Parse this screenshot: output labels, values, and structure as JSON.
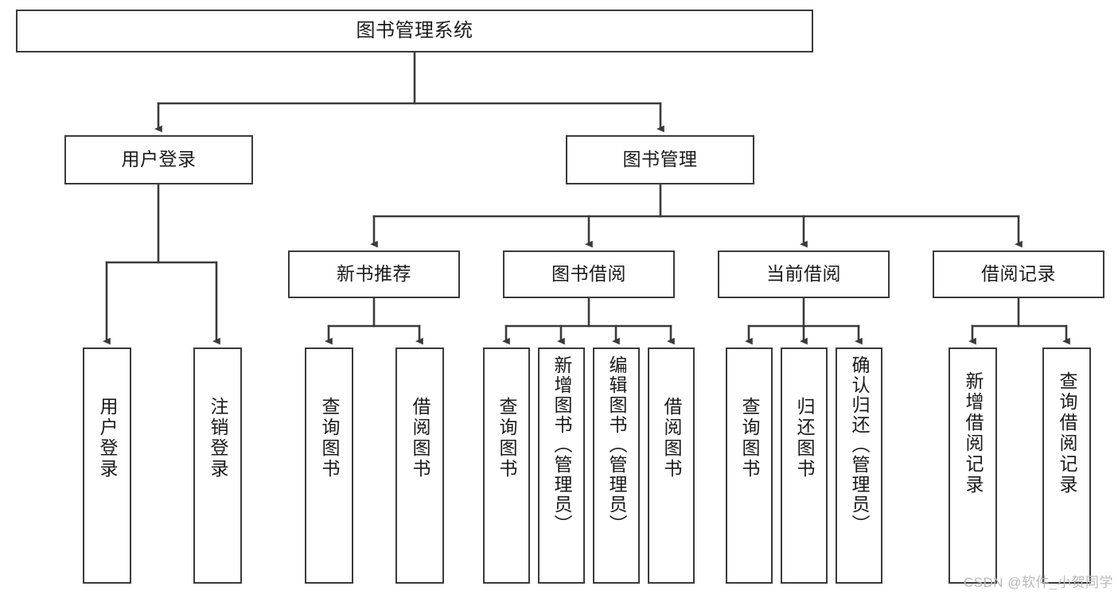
{
  "diagram": {
    "title": "图书管理系统",
    "type": "tree-hierarchy-chart",
    "watermark": "CSDN @软件_小贺同学",
    "colors": {
      "stroke": "#3a3a3a",
      "fill": "#ffffff",
      "text": "#1a1a1a",
      "watermark": "#b9b9b9"
    },
    "nodes": {
      "root": {
        "label": "图书管理系统"
      },
      "level2": [
        {
          "id": "user-login",
          "label": "用户登录"
        },
        {
          "id": "book-manage",
          "label": "图书管理"
        }
      ],
      "level3": [
        {
          "id": "new-book-recommend",
          "label": "新书推荐"
        },
        {
          "id": "book-borrow",
          "label": "图书借阅"
        },
        {
          "id": "current-borrow",
          "label": "当前借阅"
        },
        {
          "id": "borrow-record",
          "label": "借阅记录"
        }
      ],
      "leaves": {
        "user_login": [
          {
            "id": "leaf-user-login",
            "label": "用户登录"
          },
          {
            "id": "leaf-logout-login",
            "label": "注销登录"
          }
        ],
        "new_book_recommend": [
          {
            "id": "leaf-query-book-1",
            "label": "查询图书"
          },
          {
            "id": "leaf-borrow-book-1",
            "label": "借阅图书"
          }
        ],
        "book_borrow": [
          {
            "id": "leaf-query-book-2",
            "label": "查询图书"
          },
          {
            "id": "leaf-add-book",
            "label": "新增图书（管理员）"
          },
          {
            "id": "leaf-edit-book",
            "label": "编辑图书（管理员）"
          },
          {
            "id": "leaf-borrow-book-2",
            "label": "借阅图书"
          }
        ],
        "current_borrow": [
          {
            "id": "leaf-query-book-3",
            "label": "查询图书"
          },
          {
            "id": "leaf-return-book",
            "label": "归还图书"
          },
          {
            "id": "leaf-confirm-return",
            "label": "确认归还（管理员）"
          }
        ],
        "borrow_record": [
          {
            "id": "leaf-add-record",
            "label": "新增借阅记录"
          },
          {
            "id": "leaf-query-record",
            "label": "查询借阅记录"
          }
        ]
      }
    }
  }
}
